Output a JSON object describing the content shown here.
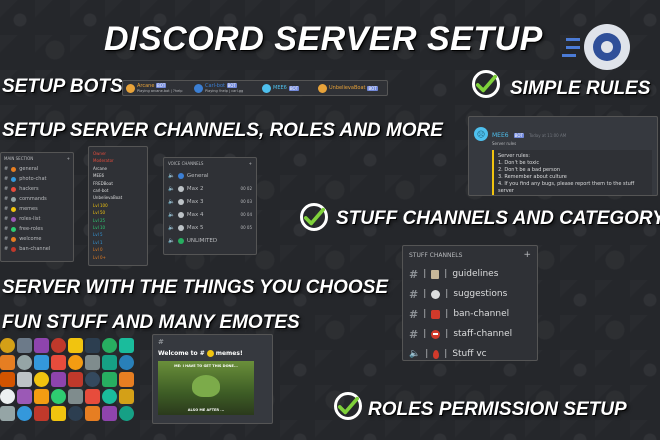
{
  "title": "DISCORD SERVER SETUP",
  "headings": {
    "setup_bots": "SETUP BOTS",
    "simple_rules": "SIMPLE RULES",
    "channels_roles": "SETUP SERVER CHANNELS,  ROLES AND MORE",
    "stuff_channels": "STUFF CHANNELS AND CATEGORY",
    "server_things": "SERVER WITH THE THINGS YOU CHOOSE",
    "fun_stuff": "FUN STUFF AND MANY EMOTES",
    "roles_permission": "ROLES PERMISSION SETUP"
  },
  "bots": [
    {
      "name": "Arcane",
      "tag": "BOT",
      "status": "Playing arcane.bot | ?help",
      "color": "#e8a33a"
    },
    {
      "name": "Carl-bot",
      "tag": "BOT",
      "status": "Playing !help | carl.gg",
      "color": "#3b7fd4"
    },
    {
      "name": "MEE6",
      "tag": "BOT",
      "status": "",
      "color": "#4ec0ee"
    },
    {
      "name": "UnbelievaBoat",
      "tag": "BOT",
      "status": "",
      "color": "#e8a33a"
    }
  ],
  "rules_message": {
    "author": "MEE6",
    "tag": "BOT",
    "time": "Today at 11:00 AM",
    "subline": "Server rules",
    "header": "Server rules:",
    "lines": [
      "1. Don't be toxic",
      "2. Don't be a bad person",
      "3. Remember about culture",
      "4. If you find any bugs, please report them to the stuff server"
    ]
  },
  "main_section": {
    "header": "MAIN SECTION",
    "channels": [
      "general",
      "photo-chat",
      "hackers",
      "commands",
      "memes",
      "roles-list",
      "free-roles",
      "welcome",
      "ban-channel"
    ]
  },
  "roles_list": {
    "items": [
      {
        "label": "Owner",
        "color": "#e74c3c"
      },
      {
        "label": "Moderator",
        "color": "#e74c3c"
      },
      {
        "label": "Arcane",
        "color": "#dcddde"
      },
      {
        "label": "MEE6",
        "color": "#dcddde"
      },
      {
        "label": "FREDBoat",
        "color": "#dcddde"
      },
      {
        "label": "carl-bot",
        "color": "#dcddde"
      },
      {
        "label": "UnbelievaBoat",
        "color": "#dcddde"
      },
      {
        "label": "Lvl 100",
        "color": "#f1c40f"
      },
      {
        "label": "Lvl 50",
        "color": "#f1c40f"
      },
      {
        "label": "Lvl 25",
        "color": "#2ecc71"
      },
      {
        "label": "Lvl 10",
        "color": "#2ecc71"
      },
      {
        "label": "Lvl 5",
        "color": "#3498db"
      },
      {
        "label": "Lvl 1",
        "color": "#3498db"
      },
      {
        "label": "Lvl 0",
        "color": "#e67e22"
      },
      {
        "label": "Lvl 0+",
        "color": "#e67e22"
      }
    ]
  },
  "voice_channels": {
    "header": "VOICE CHANNELS",
    "items": [
      {
        "name": "General",
        "count": ""
      },
      {
        "name": "Max 2",
        "count": "00 02"
      },
      {
        "name": "Max 3",
        "count": "00 03"
      },
      {
        "name": "Max 4",
        "count": "00 04"
      },
      {
        "name": "Max 5",
        "count": "00 05"
      },
      {
        "name": "UNLIMITED",
        "count": ""
      }
    ]
  },
  "stuff_channels": {
    "header": "STUFF CHANNELS",
    "items": [
      {
        "name": "guidelines",
        "icon": "document-icon",
        "voice": false,
        "color": "#c7b79a"
      },
      {
        "name": "suggestions",
        "icon": "circle-icon",
        "voice": false,
        "color": "#dcddde"
      },
      {
        "name": "ban-channel",
        "icon": "hammer-icon",
        "voice": false,
        "color": "#d13a2b"
      },
      {
        "name": "staff-channel",
        "icon": "no-entry-icon",
        "voice": false,
        "color": "#d13a2b"
      },
      {
        "name": "Stuff vc",
        "icon": "drop-icon",
        "voice": true,
        "color": "#d13a2b"
      }
    ]
  },
  "memes_preview": {
    "channel": "#",
    "welcome": "Welcome to #",
    "channel_name": "memes!",
    "meme_top": "ME: I HAVE TO GET THIS DONE...",
    "meme_bottom": "ALSO ME AFTER ..."
  },
  "emote_colors": [
    "#d4a017",
    "#6c7a89",
    "#8e44ad",
    "#c0392b",
    "#f1c40f",
    "#2c3e50",
    "#27ae60",
    "#1abc9c",
    "#e67e22",
    "#95a5a6",
    "#3498db",
    "#e74c3c",
    "#f39c12",
    "#7f8c8d",
    "#16a085",
    "#2980b9",
    "#d35400",
    "#bdc3c7",
    "#f1c40f",
    "#8e44ad",
    "#c0392b",
    "#34495e",
    "#27ae60",
    "#e67e22",
    "#ecf0f1",
    "#9b59b6",
    "#f39c12",
    "#2ecc71",
    "#7f8c8d",
    "#e74c3c",
    "#1abc9c",
    "#d4a017",
    "#95a5a6",
    "#3498db",
    "#c0392b",
    "#f1c40f",
    "#2c3e50",
    "#e67e22",
    "#8e44ad",
    "#16a085"
  ]
}
